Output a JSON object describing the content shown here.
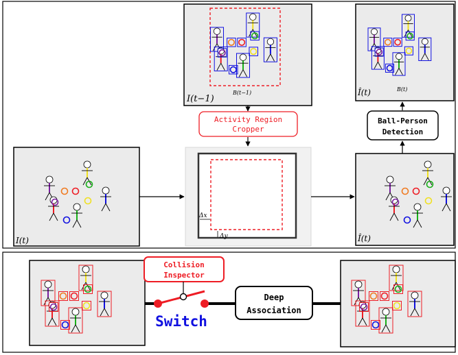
{
  "labels": {
    "frame_prev": "I(t−1)",
    "bbox_prev": "B(t−1)",
    "frame_in": "I(t)",
    "frame_out": "Î(t)",
    "frame_mid": "Î(t)",
    "bbox_out": "B(t)",
    "delta_x": "Δx",
    "delta_y": "Δy"
  },
  "modules": {
    "cropper_line1": "Activity Region",
    "cropper_line2": "Cropper",
    "detect_line1": "Ball-Person",
    "detect_line2": "Detection",
    "collision_line1": "Collision",
    "collision_line2": "Inspector",
    "switch": "Switch",
    "deep_line1": "Deep",
    "deep_line2": "Association"
  },
  "colors": {
    "red": "#ee1c24",
    "blue": "#1010e0",
    "panel": "#ebebeb",
    "orange": "#f07a20",
    "yellow": "#f0e020",
    "green": "#18b018",
    "purple": "#7a1ea0"
  }
}
